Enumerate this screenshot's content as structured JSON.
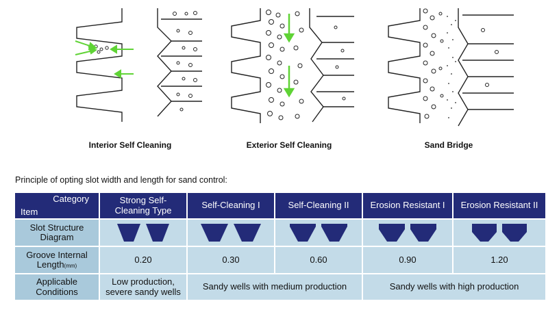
{
  "diagrams": [
    {
      "label": "Interior Self Cleaning"
    },
    {
      "label": "Exterior Self Cleaning"
    },
    {
      "label": "Sand Bridge"
    }
  ],
  "principle_title": "Principle of opting slot width and length for sand control:",
  "table": {
    "corner_category": "Category",
    "corner_item": "Item",
    "columns": [
      "Strong Self-Cleaning Type",
      "Self-Cleaning I",
      "Self-Cleaning II",
      "Erosion Resistant I",
      "Erosion Resistant II"
    ],
    "row_labels": {
      "structure": "Slot Structure Diagram",
      "groove_main": "Groove Internal Length",
      "groove_unit": "(mm)",
      "conditions": "Applicable Conditions"
    },
    "groove_values": [
      "0.20",
      "0.30",
      "0.60",
      "0.90",
      "1.20"
    ],
    "conditions": {
      "low": "Low production, severe sandy wells",
      "medium": "Sandy wells with medium production",
      "high": "Sandy wells with high production"
    }
  },
  "colors": {
    "header_bg": "#232b78",
    "row_bg": "#c3dbe8",
    "arrow": "#5fd335",
    "trap": "#232b78"
  }
}
